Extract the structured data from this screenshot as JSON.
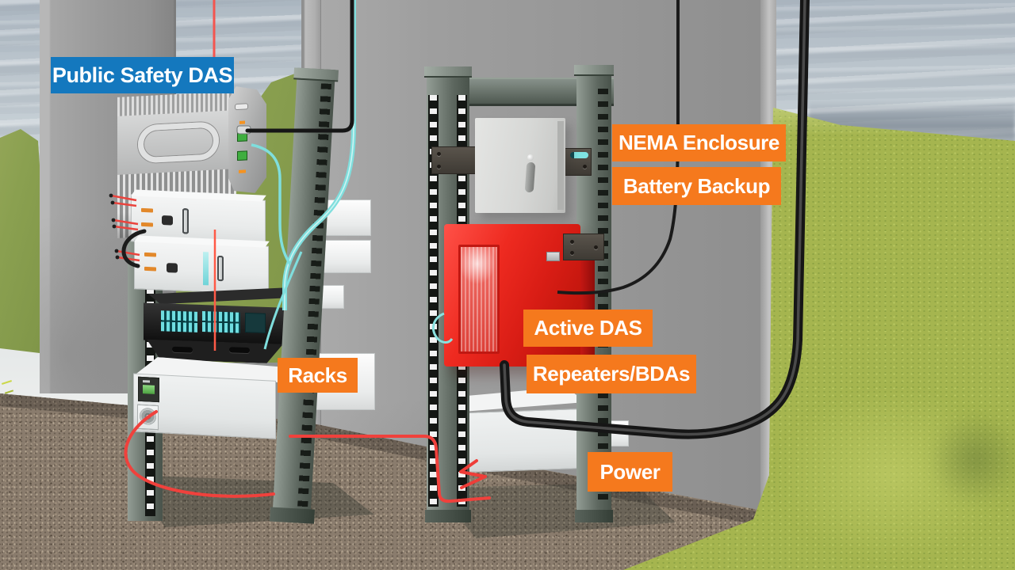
{
  "scene": {
    "description": "3D illustration of a public safety DAS head-end: two open equipment racks against a concrete wall with a NEMA battery-backup enclosure, a red active DAS repeater enclosure, fiber panel and power supplies",
    "colors": {
      "callout_blue": "#1478BE",
      "callout_orange": "#F5791D",
      "callout_text": "#FFFFFF",
      "rack_steel": "#5D675F",
      "red_enclosure": "#E3241D",
      "nema_gray": "#D6D7D5",
      "cable_cyan": "#7FDEDD",
      "cable_red": "#F0413C",
      "conduit_black": "#161616",
      "grass_green": "#A5B54F",
      "gravel_brown": "#8A7C6D",
      "wall_gray": "#989898",
      "sky_gray": "#C9D2D8"
    }
  },
  "callouts": {
    "public_safety_das": "Public Safety DAS",
    "nema_enclosure": "NEMA Enclosure",
    "battery_backup": "Battery Backup",
    "active_das": "Active DAS",
    "repeaters_bdas": "Repeaters/BDAs",
    "racks": "Racks",
    "power": "Power"
  }
}
